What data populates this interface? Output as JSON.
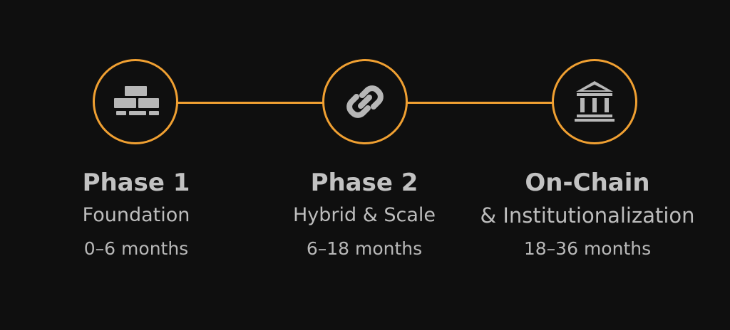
{
  "colors": {
    "background": "#0f0f0f",
    "accent": "#f0a032",
    "text": "#bdbdbd",
    "icon": "#b7b7b7"
  },
  "phases": [
    {
      "title": "Phase 1",
      "subtitle": "Foundation",
      "duration": "0–6 months",
      "icon": "bricks-icon"
    },
    {
      "title": "Phase 2",
      "subtitle": "Hybrid & Scale",
      "duration": "6–18 months",
      "icon": "chain-link-icon"
    },
    {
      "title": "On-Chain",
      "subtitle": "& Institutionalization",
      "duration": "18–36 months",
      "icon": "bank-building-icon"
    }
  ]
}
